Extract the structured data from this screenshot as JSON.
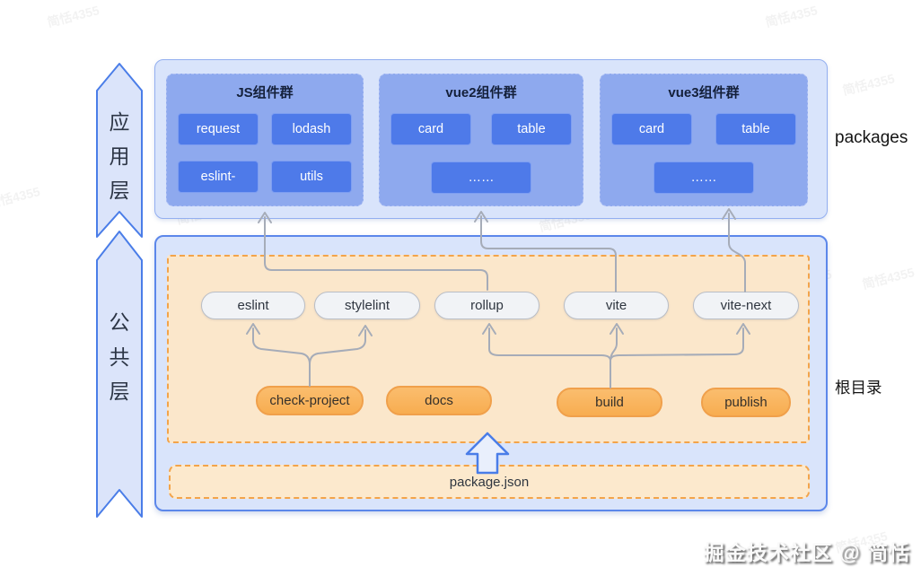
{
  "watermark": {
    "text": "简恬4355"
  },
  "left_banners": {
    "app_layer": {
      "label": "应用层",
      "chars": [
        "应",
        "用",
        "层"
      ]
    },
    "common_layer": {
      "label": "公共层",
      "chars": [
        "公",
        "共",
        "层"
      ]
    }
  },
  "packages_section": {
    "side_label": "packages",
    "groups": [
      {
        "title": "JS组件群",
        "items": [
          "request",
          "lodash",
          "eslint-",
          "utils"
        ]
      },
      {
        "title": "vue2组件群",
        "items": [
          "card",
          "table",
          "……"
        ]
      },
      {
        "title": "vue3组件群",
        "items": [
          "card",
          "table",
          "……"
        ]
      }
    ]
  },
  "root_section": {
    "side_label": "根目录",
    "shared_tools": [
      "eslint",
      "stylelint",
      "rollup",
      "vite",
      "vite-next"
    ],
    "scripts": [
      "check-project",
      "docs",
      "build",
      "publish"
    ],
    "package_file_label": "package.json"
  },
  "connections": [
    {
      "from": "rollup",
      "to": "JS组件群"
    },
    {
      "from": "vite",
      "to": "vue2组件群"
    },
    {
      "from": "vite-next",
      "to": "vue3组件群"
    },
    {
      "from": "check-project",
      "to": "eslint"
    },
    {
      "from": "check-project",
      "to": "stylelint"
    },
    {
      "from": "build",
      "to": "rollup"
    },
    {
      "from": "build",
      "to": "vite"
    },
    {
      "from": "build",
      "to": "vite-next"
    }
  ],
  "footer": {
    "credit": "掘金技术社区 @ 简恬"
  },
  "colors": {
    "container_fill": "#d9e4fb",
    "container_border_blue": "#5c87ea",
    "group_box_fill": "#8ea9ee",
    "button_blue": "#4e7ae9",
    "orange_zone_fill": "#fbe7cb",
    "orange_dashed_border": "#f3a44a",
    "orange_pill_fill": "#f9b55e",
    "gray_pill_fill": "#f1f3f6",
    "arrow_gray": "#a6acb8",
    "accent_blue": "#4a7de8"
  }
}
